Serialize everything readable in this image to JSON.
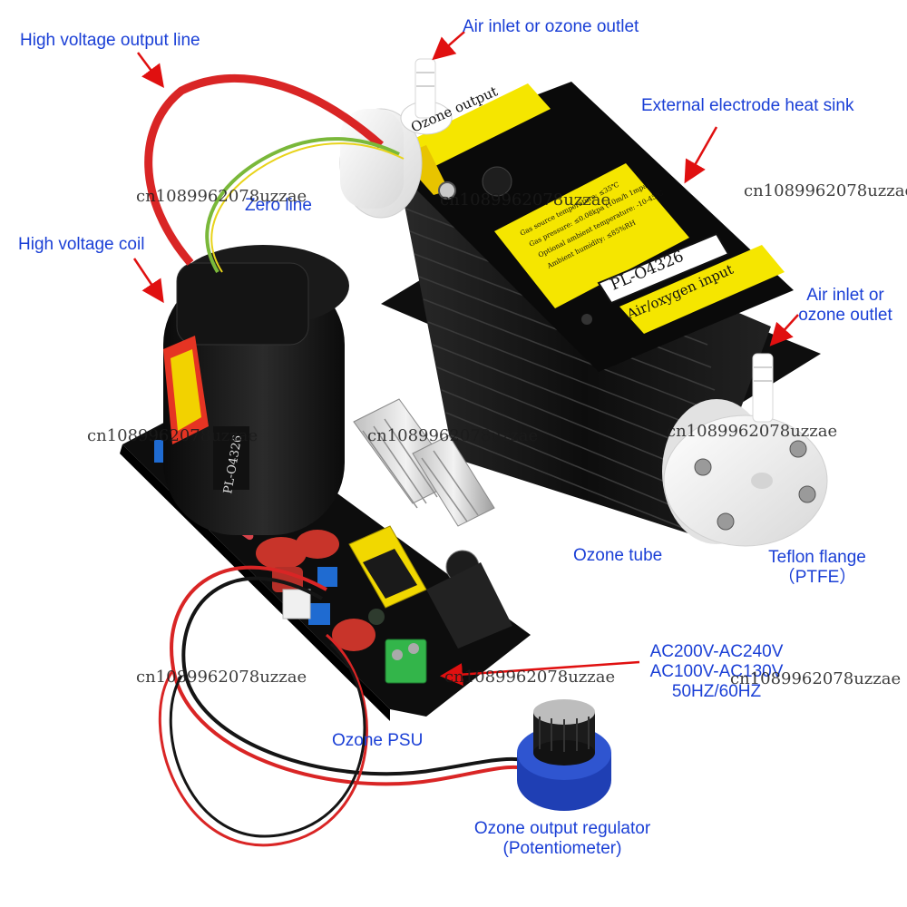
{
  "labels": {
    "hv_output_line": "High voltage output line",
    "air_inlet_top": "Air inlet or ozone outlet",
    "heat_sink": "External electrode heat sink",
    "zero_line": "Zero line",
    "hv_coil": "High voltage coil",
    "air_inlet_right_1": "Air inlet or",
    "air_inlet_right_2": "ozone outlet",
    "ozone_tube": "Ozone tube",
    "teflon_1": "Teflon flange",
    "teflon_2": "（PTFE）",
    "ac_1": "AC200V-AC240V",
    "ac_2": "AC100V-AC130V",
    "ac_3": "50HZ/60HZ",
    "psu": "Ozone PSU",
    "regulator_1": "Ozone output regulator",
    "regulator_2": "(Potentiometer)"
  },
  "device": {
    "tube_label_output": "Ozone output",
    "tube_label_input": "Air/oxygen input",
    "model": "PL-O4326",
    "coil_model": "PL-O4326",
    "spec_lines": [
      "Gas source temperature: ≤35℃",
      "Gas pressure: ≤0.08kpa (10m/h 1mpa)",
      "Optional ambient temperature: -10-45℃",
      "Ambient humidity: ≤85%RH"
    ]
  },
  "watermark": "cn1089962078uzzae",
  "colors": {
    "label_text": "#1a3fd6",
    "arrow": "#e01010",
    "sticker": "#f5e600",
    "heatsink": "#151515",
    "pcb": "#0d0d0d",
    "teflon": "#f4f4f4"
  }
}
